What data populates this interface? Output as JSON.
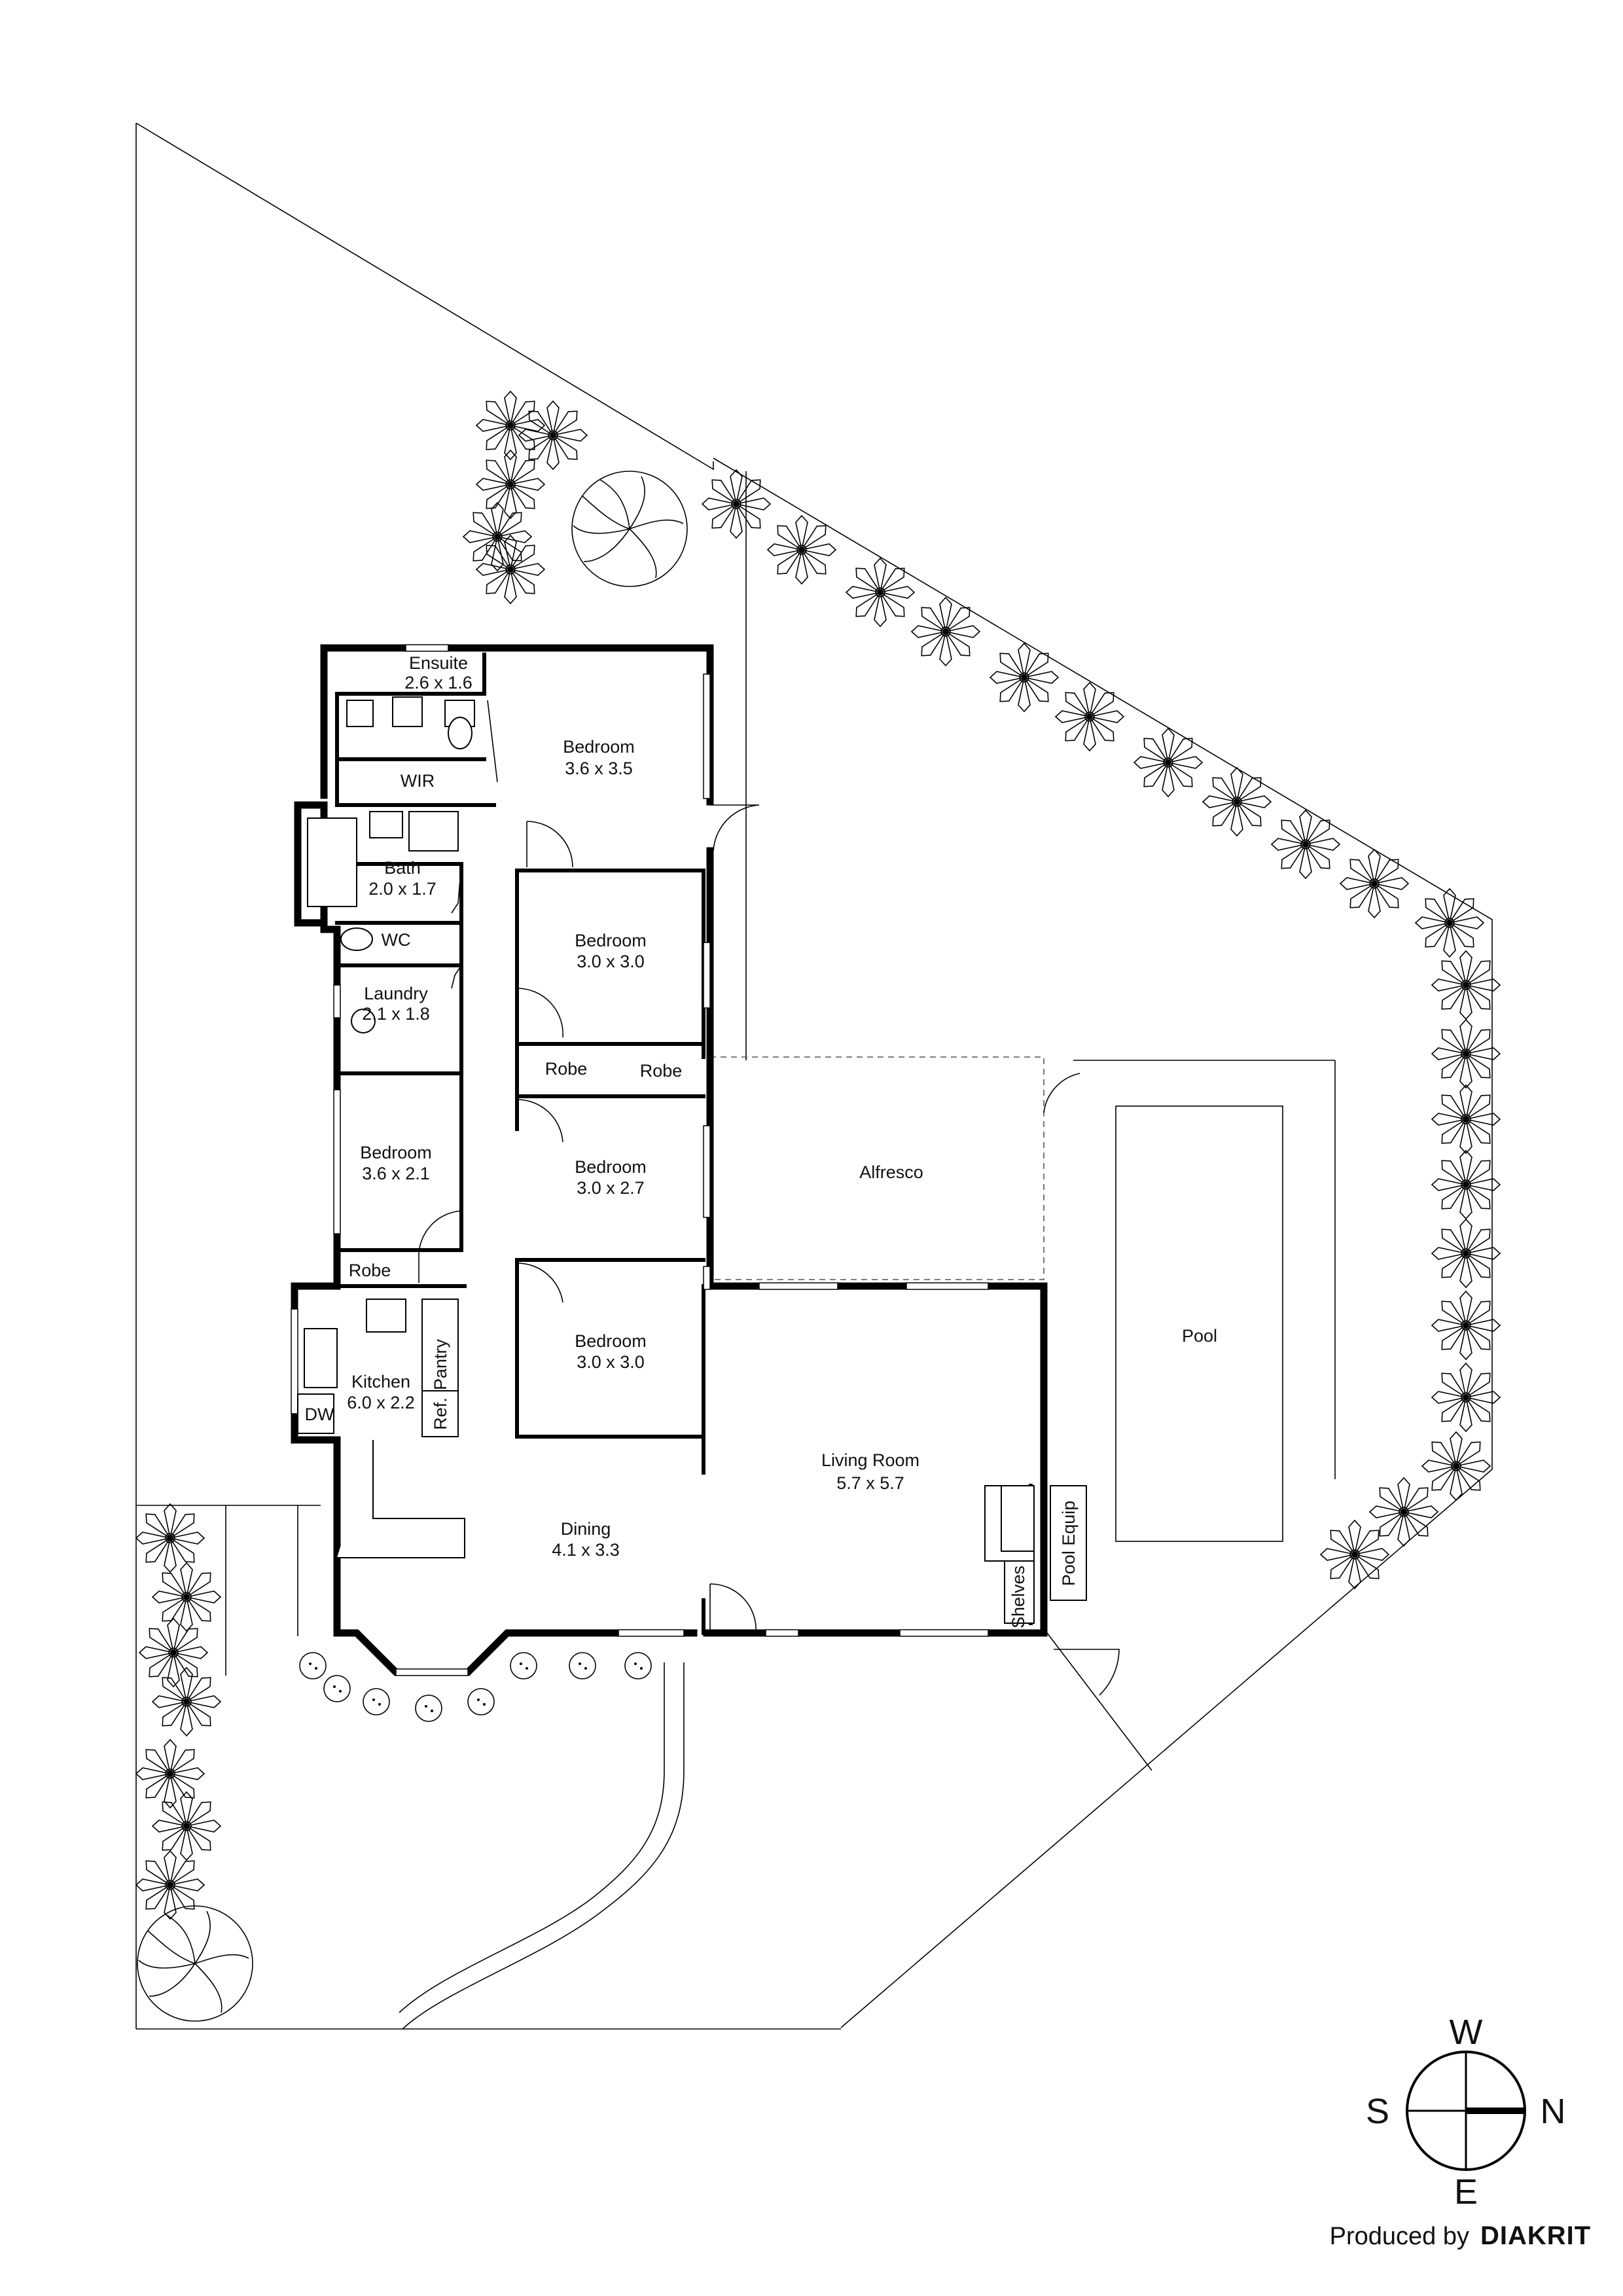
{
  "rooms": [
    {
      "id": "ensuite",
      "name": "Ensuite",
      "size": "2.6 x 1.6"
    },
    {
      "id": "bedroom1",
      "name": "Bedroom",
      "size": "3.6 x 3.5"
    },
    {
      "id": "wir",
      "name": "WIR",
      "size": ""
    },
    {
      "id": "bath",
      "name": "Bath",
      "size": "2.0 x 1.7"
    },
    {
      "id": "bedroom2",
      "name": "Bedroom",
      "size": "3.0 x 3.0"
    },
    {
      "id": "wc",
      "name": "WC",
      "size": ""
    },
    {
      "id": "laundry",
      "name": "Laundry",
      "size": "2.1 x 1.8"
    },
    {
      "id": "robe1",
      "name": "Robe",
      "size": ""
    },
    {
      "id": "robe2",
      "name": "Robe",
      "size": ""
    },
    {
      "id": "bedroom3",
      "name": "Bedroom",
      "size": "3.6 x 2.1"
    },
    {
      "id": "bedroom4",
      "name": "Bedroom",
      "size": "3.0 x 2.7"
    },
    {
      "id": "alfresco",
      "name": "Alfresco",
      "size": ""
    },
    {
      "id": "robe3",
      "name": "Robe",
      "size": ""
    },
    {
      "id": "kitchen",
      "name": "Kitchen",
      "size": "6.0 x 2.2"
    },
    {
      "id": "bedroom5",
      "name": "Bedroom",
      "size": "3.0 x 3.0"
    },
    {
      "id": "pool",
      "name": "Pool",
      "size": ""
    },
    {
      "id": "living",
      "name": "Living Room",
      "size": "5.7 x 5.7"
    },
    {
      "id": "dining",
      "name": "Dining",
      "size": "4.1 x 3.3"
    }
  ],
  "fixtures": {
    "pantry": "Pantry",
    "ref": "Ref.",
    "dw": "DW",
    "shelves": "Shelves",
    "pool_equip": "Pool Equip"
  },
  "compass": {
    "top": "W",
    "left": "S",
    "right": "N",
    "bottom": "E"
  },
  "credit": {
    "prefix": "Produced by",
    "brand": "DIAKRIT"
  }
}
